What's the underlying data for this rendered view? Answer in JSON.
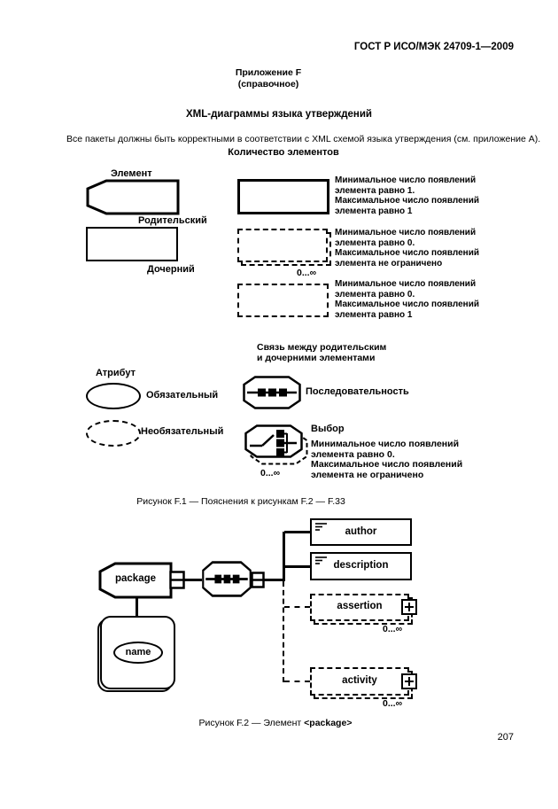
{
  "colors": {
    "ink": "#000000",
    "paper": "#ffffff"
  },
  "icons": {
    "sequence-icon": "three-squares-on-line",
    "choice-icon": "switch-with-branches",
    "document-icon": "text-lines",
    "plus-icon": "plus-in-box",
    "connector-icon": "box-with-dash"
  },
  "page": {
    "header": "ГОСТ Р ИСО/МЭК 24709-1—2009",
    "annex_line1": "Приложение F",
    "annex_line2": "(справочное)",
    "title": "XML-диаграммы языка утверждений",
    "intro": "Все пакеты должны быть корректными в соответствии с XML схемой языка утверждения (см. приложение А).",
    "page_number": "207"
  },
  "legend": {
    "quantity_heading": "Количество элементов",
    "element_label": "Элемент",
    "parent_label": "Родительский",
    "child_label": "Дочерний",
    "occurrence_notes": [
      {
        "lines": [
          "Минимальное число появлений",
          "элемента равно 1.",
          "Максимальное число появлений",
          "элемента равно 1"
        ]
      },
      {
        "lines": [
          "Минимальное число появлений",
          "элемента равно 0.",
          "Максимальное число появлений",
          "элемента не ограничено"
        ],
        "badge": "0...∞"
      },
      {
        "lines": [
          "Минимальное число появлений",
          "элемента равно 0.",
          "Максимальное число появлений",
          "элемента равно 1"
        ]
      }
    ],
    "relation_heading_line1": "Связь между родительским",
    "relation_heading_line2": "и дочерними элементами",
    "attribute_label": "Атрибут",
    "required_label": "Обязательный",
    "optional_label": "Необязательный",
    "sequence_label": "Последовательность",
    "choice_label": "Выбор",
    "choice_note_lines": [
      "Минимальное число появлений",
      "элемента равно 0.",
      "Максимальное число появлений",
      "элемента не ограничено"
    ],
    "choice_badge": "0...∞",
    "figure1_caption": "Рисунок F.1 — Пояснения к рисункам F.2 — F.33"
  },
  "figure2": {
    "package_label": "package",
    "name_label": "name",
    "children": [
      {
        "label": "author"
      },
      {
        "label": "description"
      },
      {
        "label": "assertion",
        "badge": "0...∞"
      },
      {
        "label": "activity",
        "badge": "0...∞"
      }
    ],
    "caption_prefix": "Рисунок F.2 — Элемент ",
    "caption_code": "<package>"
  }
}
